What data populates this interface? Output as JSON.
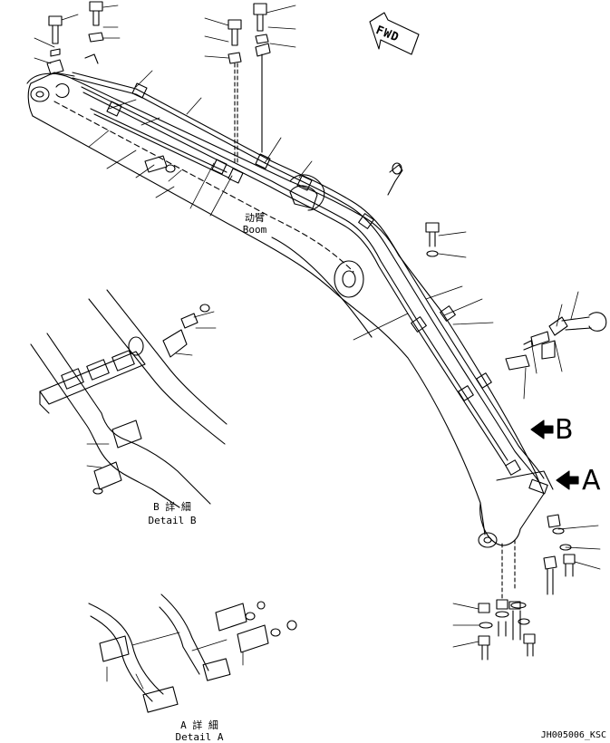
{
  "boom_label": {
    "jp": "动臂",
    "en": "Boom"
  },
  "fwd_label": "FWD",
  "view_b": {
    "arrow_label": "B",
    "jp": "B 詳 細",
    "en": "Detail B"
  },
  "view_a": {
    "arrow_label": "A",
    "jp": "A 詳 細",
    "en": "Detail A"
  },
  "drawing_code": "JH005006_KSC"
}
